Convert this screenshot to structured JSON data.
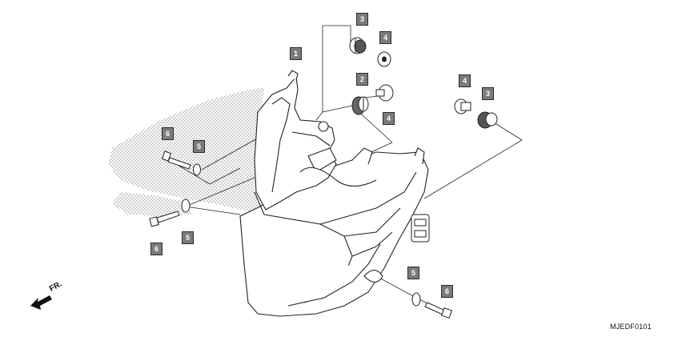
{
  "callouts": [
    {
      "id": "1",
      "label": "1"
    },
    {
      "id": "2",
      "label": "2"
    },
    {
      "id": "3a",
      "label": "3"
    },
    {
      "id": "3b",
      "label": "3"
    },
    {
      "id": "4a",
      "label": "4"
    },
    {
      "id": "4b",
      "label": "4"
    },
    {
      "id": "4c",
      "label": "4"
    },
    {
      "id": "5a",
      "label": "5"
    },
    {
      "id": "5b",
      "label": "5"
    },
    {
      "id": "5c",
      "label": "5"
    },
    {
      "id": "6a",
      "label": "6"
    },
    {
      "id": "6b",
      "label": "6"
    },
    {
      "id": "6c",
      "label": "6"
    }
  ],
  "direction_label": "FR.",
  "diagram_code": "MJEDF0101",
  "colors": {
    "callout_fill": "#7b7b7b",
    "line": "#222222",
    "shading": "#9a9a9a"
  }
}
